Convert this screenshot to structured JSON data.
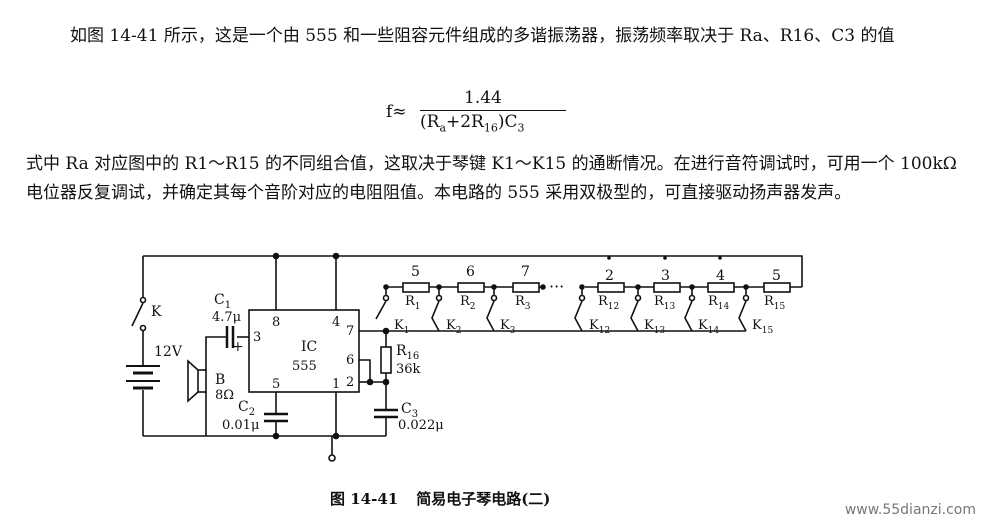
{
  "paragraph1": "如图 14-41 所示，这是一个由 555 和一些阻容元件组成的多谐振荡器，振荡频率取决于 Ra、R16、C3 的值",
  "formula": {
    "lhs": "f≈",
    "numerator": "1.44",
    "den_open": "(R",
    "den_sub1": "a",
    "den_mid": "+2R",
    "den_sub2": "16",
    "den_close": ")C",
    "den_sub3": "3"
  },
  "paragraph2": "式中 Ra 对应图中的 R1～R15 的不同组合值，这取决于琴键 K1～K15 的通断情况。在进行音符调试时，可用一个 100kΩ 电位器反复调试，并确定其每个音阶对应的电阻阻值。本电路的 555 采用双极型的，可直接驱动扬声器发声。",
  "circuit": {
    "switch_k": "K",
    "supply": "12V",
    "c1_name": "C",
    "c1_sub": "1",
    "c1_value": "4.7μ",
    "c1_plus": "+",
    "speaker_name": "B",
    "speaker_value": "8Ω",
    "ic_name": "IC",
    "ic_type": "555",
    "pins": {
      "p8": "8",
      "p4": "4",
      "p3": "3",
      "p7": "7",
      "p6": "6",
      "p5": "5",
      "p2": "2",
      "p1": "1"
    },
    "c2_name": "C",
    "c2_sub": "2",
    "c2_value": "0.01μ",
    "c3_name": "C",
    "c3_sub": "3",
    "c3_value": "0.022μ",
    "r16_name": "R",
    "r16_sub": "16",
    "r16_value": "36k",
    "ellipsis": "···",
    "notes": [
      "5",
      "6",
      "7",
      "2",
      "3",
      "4",
      "5"
    ],
    "resistors": [
      "1",
      "2",
      "3",
      "12",
      "13",
      "14",
      "15"
    ],
    "keys": [
      "1",
      "2",
      "3",
      "12",
      "13",
      "14",
      "15"
    ],
    "res_prefix": "R",
    "key_prefix": "K"
  },
  "caption": {
    "number": "图 14-41",
    "title": "简易电子琴电路(二)"
  },
  "watermark": "www.55dianzi.com"
}
